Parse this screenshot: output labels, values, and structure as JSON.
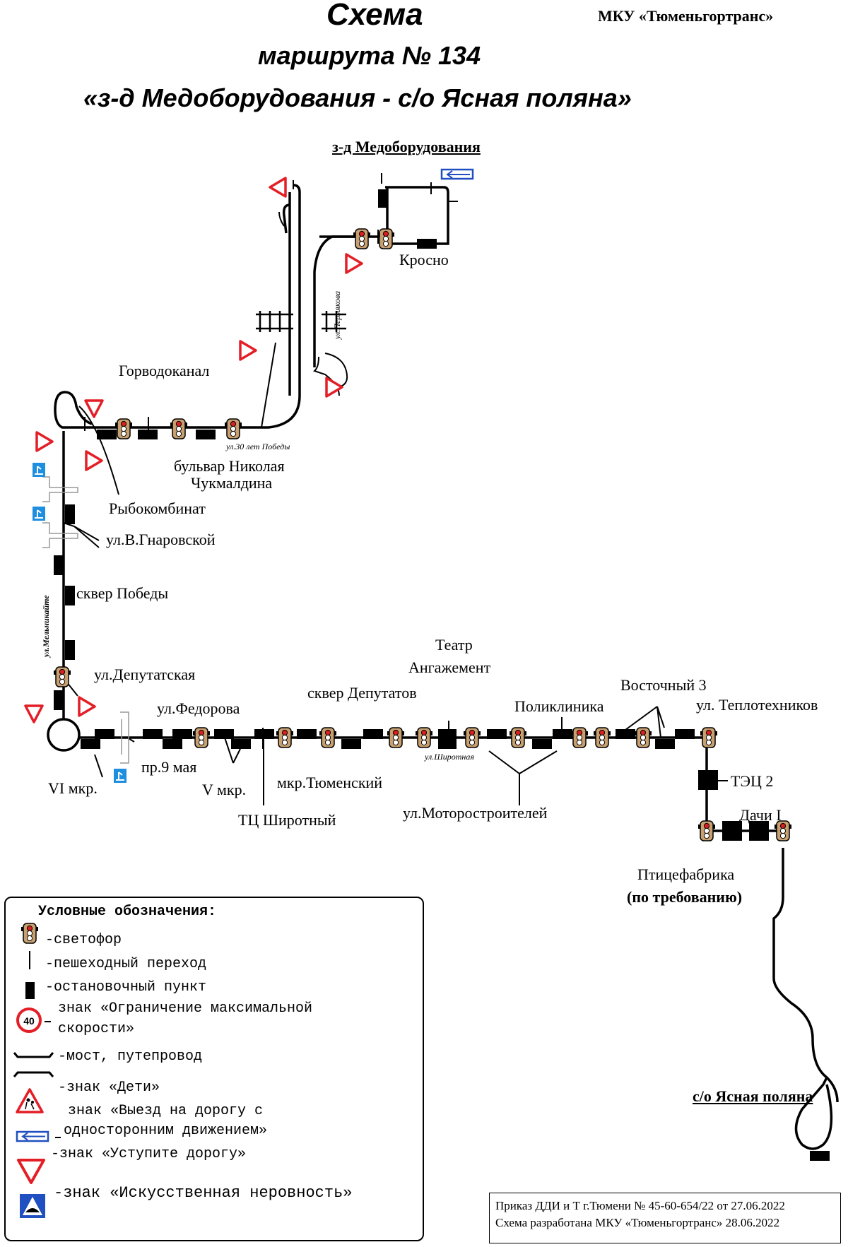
{
  "header": {
    "title": "Схема",
    "subtitle": "маршрута № 134",
    "route_name": "«з-д Медоборудования - с/о Ясная поляна»",
    "org": "МКУ «Тюменьгортранс»"
  },
  "terminals": {
    "start": "з-д Медоборудования",
    "end": "с/о Ясная поляна"
  },
  "stops": {
    "krosno": "Кросно",
    "gorvodokanal": "Горводоканал",
    "bulvar_1": "бульвар Николая",
    "bulvar_2": "Чукмалдина",
    "rybokombinat": "Рыбокомбинат",
    "gnarovskoy": "ул.В.Гнаровской",
    "skver_pobedy": "сквер Победы",
    "deputatskaya": "ул.Депутатская",
    "fedorova": "ул.Федорова",
    "vi_mkr": "VI мкр.",
    "pr9maya": "пр.9 мая",
    "v_mkr": "V мкр.",
    "tc_shirotny": "ТЦ Широтный",
    "mkr_tyumensky": "мкр.Тюменский",
    "skver_deputatov": "сквер Депутатов",
    "teatr_1": "Театр",
    "teatr_2": "Ангажемент",
    "motorostroiteley": "ул.Моторостроителей",
    "poliklinika": "Поликлиника",
    "vostochny3": "Восточный 3",
    "teplotekhnikov": "ул. Теплотехников",
    "tec2": "ТЭЦ 2",
    "dachi1": "Дачи I",
    "ptitsefabrika_1": "Птицефабрика",
    "ptitsefabrika_2": "(по требованию)"
  },
  "streets": {
    "permyakova": "ул.Пермякова",
    "let30pobedy": "ул.30 лет Победы",
    "melnikaite": "ул.Мельникайте",
    "shirotnaya": "ул.Широтная"
  },
  "legend": {
    "title": "Условные обозначения:",
    "items": [
      "-светофор",
      "-пешеходный переход",
      "-остановочный пункт",
      "знак «Ограничение максимальной",
      "скорости»",
      "-мост, путепровод",
      "-знак «Дети»",
      "знак «Выезд на дорогу с",
      "односторонним движением»",
      "-знак «Уступите дорогу»",
      "-знак «Искусственная неровность»"
    ],
    "speed_sign_value": "40"
  },
  "footer": {
    "order": "Приказ ДДИ и Т г.Тюмени № 45-60-654/22 от 27.06.2022",
    "developed": "Схема разработана МКУ «Тюменьгортранс» 28.06.2022"
  },
  "colors": {
    "line": "#000000",
    "yield_sign": "#e41e26",
    "one_way_sign": "#1f4fc0",
    "bump_sign": "#1e8ee0",
    "traffic_light_red": "#d92020",
    "traffic_light_body": "#c8a070"
  },
  "icons": [
    "traffic-light-icon",
    "stop-icon",
    "yield-sign-icon",
    "one-way-sign-icon",
    "speed-bump-sign-icon",
    "children-sign-icon",
    "speed-limit-sign-icon",
    "bridge-icon",
    "crosswalk-icon"
  ]
}
